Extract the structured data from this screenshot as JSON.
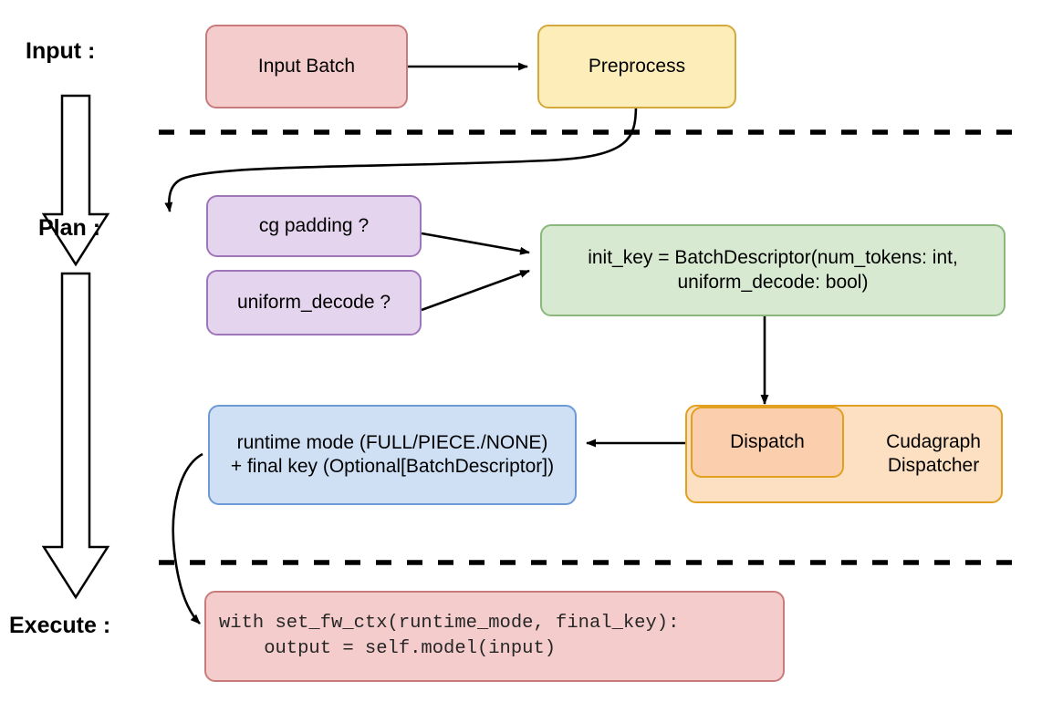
{
  "diagram": {
    "title": "vLLM cudagraph dispatch flow",
    "background": "#ffffff",
    "stage_labels": [
      {
        "id": "input",
        "text": "Input :"
      },
      {
        "id": "plan",
        "text": "Plan :"
      },
      {
        "id": "execute",
        "text": "Execute :"
      }
    ],
    "nodes": [
      {
        "id": "input-batch",
        "label": "Input Batch",
        "fill": "#f5cccc",
        "stroke": "#c97b7b"
      },
      {
        "id": "preprocess",
        "label": "Preprocess",
        "fill": "#fdeeb9",
        "stroke": "#d4a93c"
      },
      {
        "id": "cg-padding",
        "label": "cg padding ?",
        "fill": "#e5d4ed",
        "stroke": "#9f77b8"
      },
      {
        "id": "uniform-decode",
        "label": "uniform_decode ?",
        "fill": "#e5d4ed",
        "stroke": "#9f77b8"
      },
      {
        "id": "init-key",
        "label": "init_key = BatchDescriptor(num_tokens: int,\nuniform_decode: bool)",
        "fill": "#d7ead1",
        "stroke": "#8ab87c"
      },
      {
        "id": "cudagraph-dispatcher",
        "label": "Cudagraph\nDispatcher",
        "fill": "#fde0c2",
        "stroke": "#e1a01e"
      },
      {
        "id": "dispatch",
        "label": "Dispatch",
        "fill": "#fbcfae",
        "stroke": "#e1a01e"
      },
      {
        "id": "runtime-mode",
        "label": "runtime mode (FULL/PIECE./NONE)\n+ final key (Optional[BatchDescriptor])",
        "fill": "#cfe0f5",
        "stroke": "#6d9ad4"
      },
      {
        "id": "execute-code",
        "label": "with set_fw_ctx(runtime_mode, final_key):\n    output = self.model(input)",
        "fill": "#f5cccc",
        "stroke": "#c97b7b"
      }
    ],
    "edges": [
      {
        "id": "input-batch-to-preprocess",
        "from": "input-batch",
        "to": "preprocess"
      },
      {
        "id": "preprocess-to-cg-padding",
        "from": "preprocess",
        "to": "cg-padding"
      },
      {
        "id": "cg-padding-to-init-key",
        "from": "cg-padding",
        "to": "init-key"
      },
      {
        "id": "uniform-decode-to-init-key",
        "from": "uniform-decode",
        "to": "init-key"
      },
      {
        "id": "init-key-to-dispatch",
        "from": "init-key",
        "to": "dispatch"
      },
      {
        "id": "dispatch-to-runtime-mode",
        "from": "dispatch",
        "to": "runtime-mode"
      },
      {
        "id": "runtime-mode-to-execute-code",
        "from": "runtime-mode",
        "to": "execute-code"
      }
    ],
    "separators": [
      {
        "id": "input-plan-divider",
        "style": "dashed",
        "color": "#000000"
      },
      {
        "id": "plan-execute-divider",
        "style": "dashed",
        "color": "#000000"
      }
    ],
    "flow_arrows": [
      {
        "id": "input-to-plan-arrow",
        "direction": "down",
        "style": "hollow-block"
      },
      {
        "id": "plan-to-execute-arrow",
        "direction": "down",
        "style": "hollow-block"
      }
    ]
  }
}
